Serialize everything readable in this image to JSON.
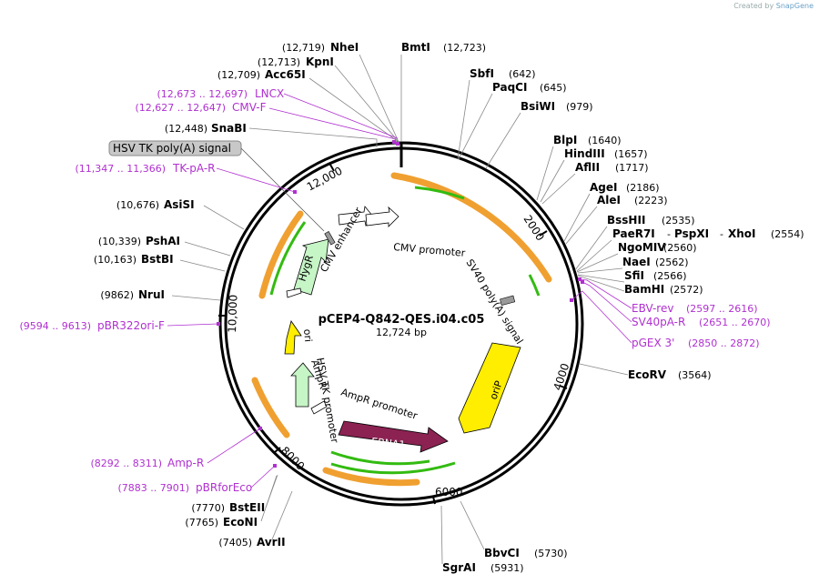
{
  "credit": {
    "prefix": "Created by",
    "brand": "SnapGene"
  },
  "plasmid": {
    "name": "pCEP4-Q842-QES.i04.c05",
    "size": "12,724 bp"
  },
  "ticks": [
    "2000",
    "4000",
    "6000",
    "8000",
    "10,000",
    "12,000"
  ],
  "sites": [
    {
      "name": "BmtI",
      "pos": "(12,723)"
    },
    {
      "name": "NheI",
      "pos": "(12,719)"
    },
    {
      "name": "KpnI",
      "pos": "(12,713)"
    },
    {
      "name": "Acc65I",
      "pos": "(12,709)"
    },
    {
      "name": "SnaBI",
      "pos": "(12,448)"
    },
    {
      "name": "AsiSI",
      "pos": "(10,676)"
    },
    {
      "name": "PshAI",
      "pos": "(10,339)"
    },
    {
      "name": "BstBI",
      "pos": "(10,163)"
    },
    {
      "name": "NruI",
      "pos": "(9862)"
    },
    {
      "name": "SbfI",
      "pos": "(642)"
    },
    {
      "name": "PaqCI",
      "pos": "(645)"
    },
    {
      "name": "BsiWI",
      "pos": "(979)"
    },
    {
      "name": "BlpI",
      "pos": "(1640)"
    },
    {
      "name": "HindIII",
      "pos": "(1657)"
    },
    {
      "name": "AflII",
      "pos": "(1717)"
    },
    {
      "name": "AgeI",
      "pos": "(2186)"
    },
    {
      "name": "AleI",
      "pos": "(2223)"
    },
    {
      "name": "BssHII",
      "pos": "(2535)"
    },
    {
      "name": "PaeR7I",
      "pos": "(2554)"
    },
    {
      "name": "PspXI",
      "pos": "(2554)"
    },
    {
      "name": "XhoI",
      "pos": "(2554)"
    },
    {
      "name": "NgoMIV",
      "pos": "(2560)"
    },
    {
      "name": "NaeI",
      "pos": "(2562)"
    },
    {
      "name": "SfiI",
      "pos": "(2566)"
    },
    {
      "name": "BamHI",
      "pos": "(2572)"
    },
    {
      "name": "EcoRV",
      "pos": "(3564)"
    },
    {
      "name": "BbvCI",
      "pos": "(5730)"
    },
    {
      "name": "SgrAI",
      "pos": "(5931)"
    },
    {
      "name": "AvrII",
      "pos": "(7405)"
    },
    {
      "name": "EcoNI",
      "pos": "(7765)"
    },
    {
      "name": "BstEII",
      "pos": "(7770)"
    }
  ],
  "primers": [
    {
      "name": "LNCX",
      "pos": "(12,673 .. 12,697)"
    },
    {
      "name": "CMV-F",
      "pos": "(12,627 .. 12,647)"
    },
    {
      "name": "TK-pA-R",
      "pos": "(11,347 .. 11,366)"
    },
    {
      "name": "pBR322ori-F",
      "pos": "(9594 .. 9613)"
    },
    {
      "name": "Amp-R",
      "pos": "(8292 .. 8311)"
    },
    {
      "name": "pBRforEco",
      "pos": "(7883 .. 7901)"
    },
    {
      "name": "EBV-rev",
      "pos": "(2597 .. 2616)"
    },
    {
      "name": "SV40pA-R",
      "pos": "(2651 .. 2670)"
    },
    {
      "name": "pGEX 3'",
      "pos": "(2850 .. 2872)"
    }
  ],
  "features": {
    "hsv_tk_polya": "HSV TK poly(A) signal",
    "cmv_enhancer": "CMV enhancer",
    "cmv_promoter": "CMV promoter",
    "sv40_polya": "SV40 poly(A) signal",
    "orip": "oriP",
    "ebna1": "EBNA1",
    "ampr_promoter": "AmpR promoter",
    "ampr": "AmpR",
    "ori": "ori",
    "hygr": "HygR",
    "hsv_tk_promoter": "HSV TK promoter"
  },
  "colors": {
    "primer": "#b030d0",
    "orip": "#ffee00",
    "ebna1": "#8b2252",
    "hygr": "#c6f5c6",
    "ori": "#ffee00",
    "orf_orange": "#f0a030",
    "orf_green": "#33bb11",
    "cmv_promoter_box": "#ffffff",
    "polya": "#999999"
  }
}
